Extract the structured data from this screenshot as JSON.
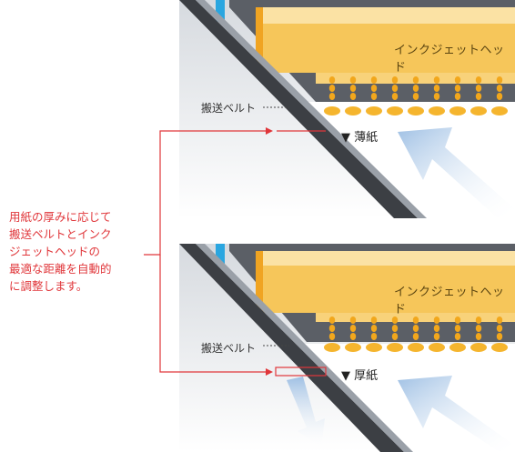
{
  "colors": {
    "accent_red": "#e0363a",
    "head_yellow": "#f5c95a",
    "arrow_blue": "#a9c6e6",
    "belt_dark": "#4a4a4a",
    "ink_drop": "#f2a71c"
  },
  "top_panel": {
    "head_label": "インクジェットヘッド",
    "belt_label": "搬送ベルト",
    "paper_label": "▼ 薄紙"
  },
  "bottom_panel": {
    "head_label": "インクジェットヘッド",
    "belt_label": "搬送ベルト",
    "paper_label": "▼ 厚紙"
  },
  "note": "用紙の厚みに応じて\n搬送ベルトとインク\nジェットヘッドの\n最適な距離を自動的\nに調整します。"
}
